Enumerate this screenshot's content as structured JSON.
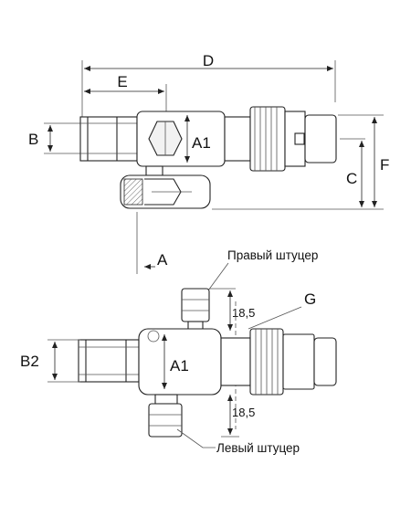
{
  "labels": {
    "D": "D",
    "E": "E",
    "B": "B",
    "A1_top": "A1",
    "C": "C",
    "F": "F",
    "A": "A",
    "right_fitting": "Правый штуцер",
    "G": "G",
    "dim_18_5_top": "18,5",
    "B2": "B2",
    "A1_bottom": "A1",
    "dim_18_5_bottom": "18,5",
    "left_fitting": "Левый штуцер"
  },
  "colors": {
    "line": "#222222",
    "text": "#111111",
    "background": "#ffffff"
  }
}
